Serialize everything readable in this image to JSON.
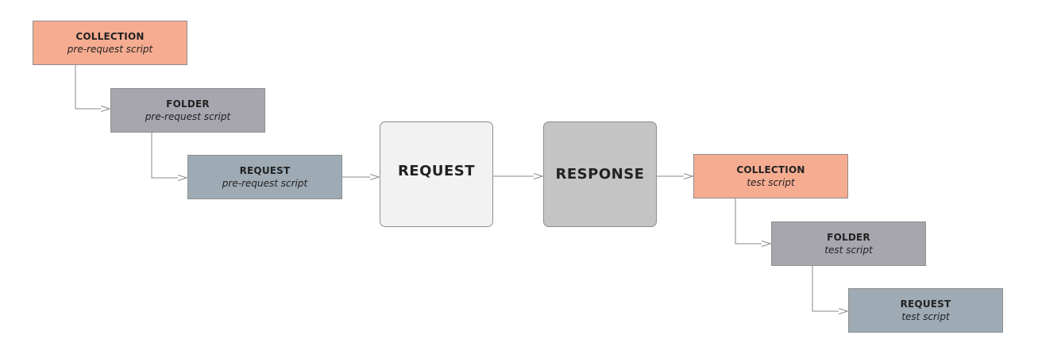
{
  "colors": {
    "collection": "#f6ac91",
    "folder": "#a7a5ae",
    "request_script": "#9eabb5",
    "request_main": "#f2f2f2",
    "response_main": "#c4c4c4",
    "border": "#8e8e8e",
    "connector": "#8a8a8a",
    "text": "#222222"
  },
  "pre_request": {
    "collection": {
      "title": "COLLECTION",
      "subtitle": "pre-request script"
    },
    "folder": {
      "title": "FOLDER",
      "subtitle": "pre-request script"
    },
    "request": {
      "title": "REQUEST",
      "subtitle": "pre-request script"
    }
  },
  "main": {
    "request": {
      "title": "REQUEST"
    },
    "response": {
      "title": "RESPONSE"
    }
  },
  "test": {
    "collection": {
      "title": "COLLECTION",
      "subtitle": "test script"
    },
    "folder": {
      "title": "FOLDER",
      "subtitle": "test script"
    },
    "request": {
      "title": "REQUEST",
      "subtitle": "test script"
    }
  },
  "flow_order": [
    "pre_request.collection",
    "pre_request.folder",
    "pre_request.request",
    "main.request",
    "main.response",
    "test.collection",
    "test.folder",
    "test.request"
  ]
}
